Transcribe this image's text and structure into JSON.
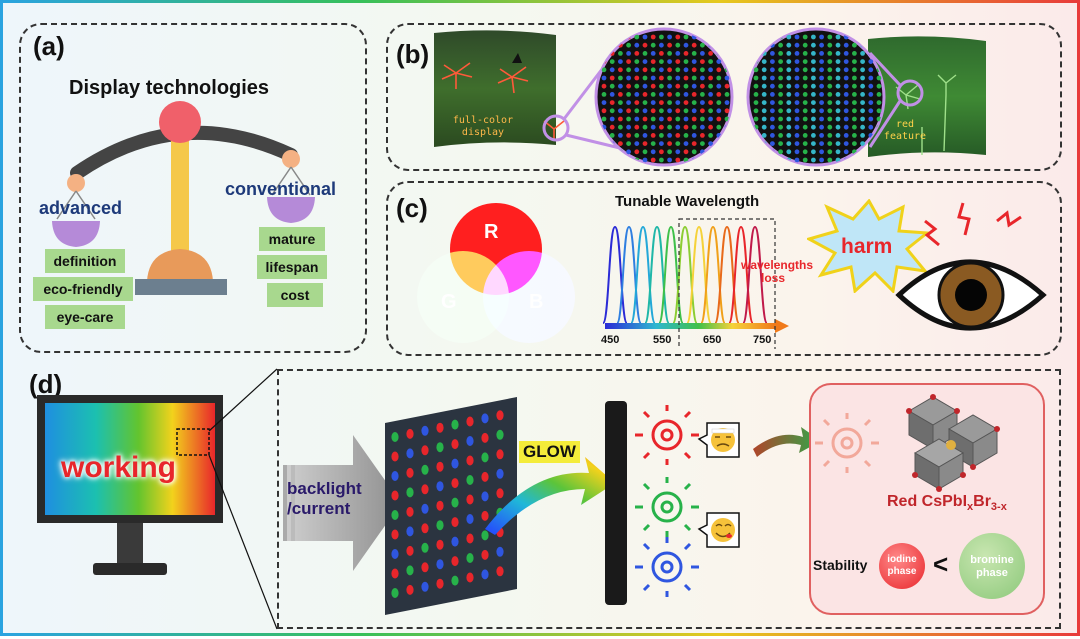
{
  "panel_a": {
    "label": "(a)",
    "title": "Display technologies",
    "left_heading": "advanced",
    "right_heading": "conventional",
    "left_tags": [
      "definition",
      "eco-friendly",
      "eye-care"
    ],
    "right_tags": [
      "mature",
      "lifespan",
      "cost"
    ]
  },
  "panel_b": {
    "label": "(b)",
    "left_caption": "full-color\ndisplay",
    "right_caption": "red\nfeature"
  },
  "panel_c": {
    "label": "(c)",
    "rgb": [
      "R",
      "G",
      "B"
    ],
    "spectrum_title": "Tunable Wavelength",
    "loss_label": "wavelengths\nloss",
    "ticks": [
      "450",
      "550",
      "650",
      "750"
    ],
    "harm": "harm"
  },
  "panel_d": {
    "label": "(d)",
    "monitor_text": "working",
    "backlight": "backlight\n/current",
    "glow": "GLOW",
    "material": "Red CsPbI",
    "material_sub1": "x",
    "material_mid": "Br",
    "material_sub2": "3-x",
    "stability": "Stability",
    "iodine": "iodine\nphase",
    "bromine": "bromine\nphase",
    "less_than": "<"
  },
  "colors": {
    "red": "#e8262b",
    "green": "#27b24a",
    "blue": "#2f56e0",
    "tag_green": "#a8d88e"
  }
}
